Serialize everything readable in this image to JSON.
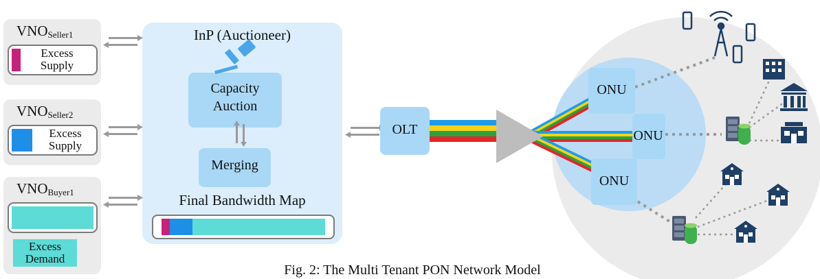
{
  "sellers": [
    {
      "name": "VNO",
      "sub": "Seller1",
      "excess_1": "Excess",
      "excess_2": "Supply",
      "color": "#c8217a"
    },
    {
      "name": "VNO",
      "sub": "Seller2",
      "excess_1": "Excess",
      "excess_2": "Supply",
      "color": "#1e8fe6"
    }
  ],
  "buyer": {
    "name": "VNO",
    "sub": "Buyer1",
    "excess_1": "Excess",
    "excess_2": "Demand",
    "color": "#5ddbd7"
  },
  "inp": {
    "title": "InP (Auctioneer)",
    "capacity_auction_1": "Capacity",
    "capacity_auction_2": "Auction",
    "merging": "Merging",
    "final_map": "Final Bandwidth Map"
  },
  "bandwidth_map": [
    {
      "color": "#c8217a",
      "fraction": 0.05
    },
    {
      "color": "#1e8fe6",
      "fraction": 0.14
    },
    {
      "color": "#5ddbd7",
      "fraction": 0.81
    }
  ],
  "olt": "OLT",
  "onus": [
    "ONU",
    "ONU",
    "ONU"
  ],
  "fiber_colors": [
    "#1e9be8",
    "#f5d21a",
    "#2aa33a",
    "#e3262a"
  ],
  "caption": "Fig. 2: The Multi Tenant PON Network Model"
}
